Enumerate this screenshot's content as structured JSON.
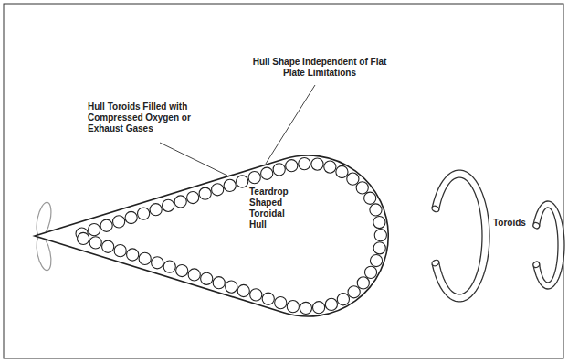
{
  "diagram": {
    "nodes": [
      {
        "text": [
          "Teardrop Shaped Toroidal Hull"
        ]
      }
    ],
    "labels": [
      "Hull Shape Independent of Flat Plate Limitations",
      "Hull Toroids Filled with Compressed Oxygen or Exhaust Gases",
      "Toroids"
    ]
  }
}
